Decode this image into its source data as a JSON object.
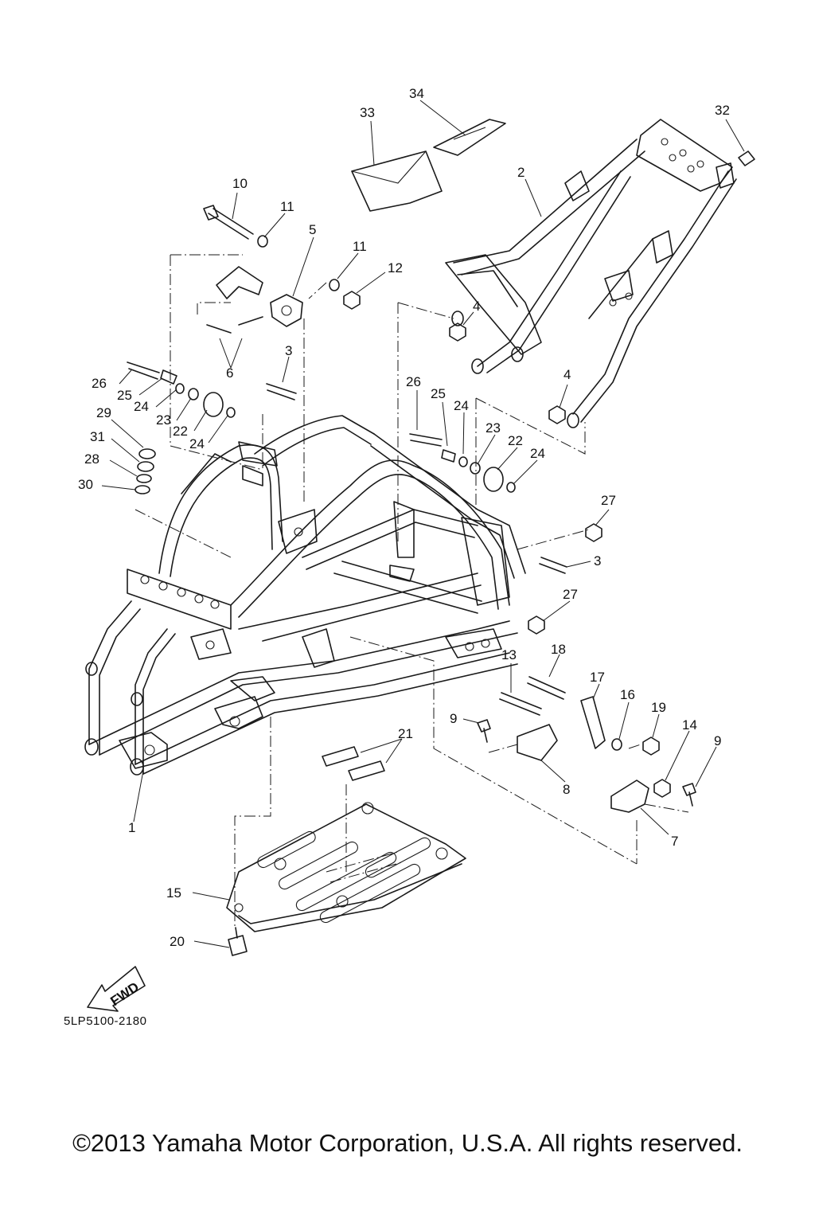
{
  "diagram": {
    "drawing_code": "5LP5100-2180",
    "fwd_label": "FWD",
    "copyright": "©2013 Yamaha Motor Corporation, U.S.A. All rights reserved.",
    "callouts": [
      {
        "id": "c34",
        "text": "34"
      },
      {
        "id": "c33",
        "text": "33"
      },
      {
        "id": "c32",
        "text": "32"
      },
      {
        "id": "c2",
        "text": "2"
      },
      {
        "id": "c10",
        "text": "10"
      },
      {
        "id": "c11a",
        "text": "11"
      },
      {
        "id": "c5",
        "text": "5"
      },
      {
        "id": "c11b",
        "text": "11"
      },
      {
        "id": "c12",
        "text": "12"
      },
      {
        "id": "c4a",
        "text": "4"
      },
      {
        "id": "c3a",
        "text": "3"
      },
      {
        "id": "c6",
        "text": "6"
      },
      {
        "id": "c26a",
        "text": "26"
      },
      {
        "id": "c25a",
        "text": "25"
      },
      {
        "id": "c24a",
        "text": "24"
      },
      {
        "id": "c23a",
        "text": "23"
      },
      {
        "id": "c22a",
        "text": "22"
      },
      {
        "id": "c24b",
        "text": "24"
      },
      {
        "id": "c29",
        "text": "29"
      },
      {
        "id": "c31",
        "text": "31"
      },
      {
        "id": "c28",
        "text": "28"
      },
      {
        "id": "c30",
        "text": "30"
      },
      {
        "id": "c26b",
        "text": "26"
      },
      {
        "id": "c25b",
        "text": "25"
      },
      {
        "id": "c24c",
        "text": "24"
      },
      {
        "id": "c23b",
        "text": "23"
      },
      {
        "id": "c22b",
        "text": "22"
      },
      {
        "id": "c24d",
        "text": "24"
      },
      {
        "id": "c4b",
        "text": "4"
      },
      {
        "id": "c27a",
        "text": "27"
      },
      {
        "id": "c3b",
        "text": "3"
      },
      {
        "id": "c27b",
        "text": "27"
      },
      {
        "id": "c13",
        "text": "13"
      },
      {
        "id": "c18",
        "text": "18"
      },
      {
        "id": "c17",
        "text": "17"
      },
      {
        "id": "c16",
        "text": "16"
      },
      {
        "id": "c19",
        "text": "19"
      },
      {
        "id": "c14",
        "text": "14"
      },
      {
        "id": "c9a",
        "text": "9"
      },
      {
        "id": "c9b",
        "text": "9"
      },
      {
        "id": "c21",
        "text": "21"
      },
      {
        "id": "c8",
        "text": "8"
      },
      {
        "id": "c7",
        "text": "7"
      },
      {
        "id": "c1",
        "text": "1"
      },
      {
        "id": "c15",
        "text": "15"
      },
      {
        "id": "c20",
        "text": "20"
      }
    ]
  }
}
